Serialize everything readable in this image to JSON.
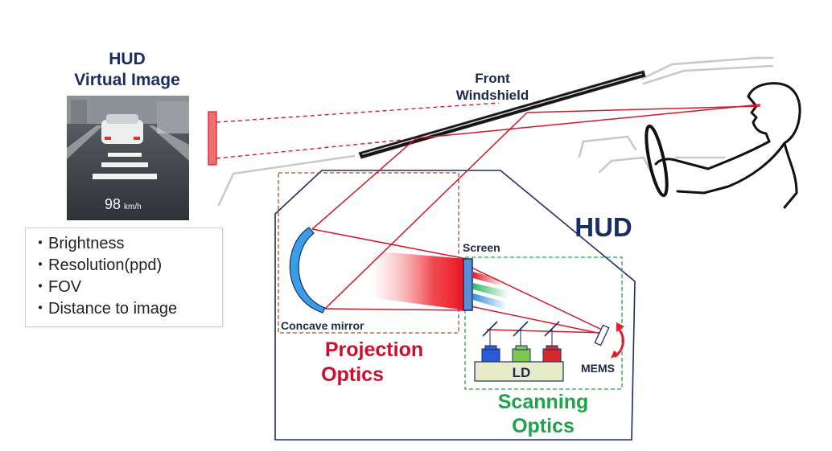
{
  "virtual_image": {
    "title_line1": "HUD",
    "title_line2": "Virtual Image",
    "speed_value": "98",
    "speed_unit": "km/h"
  },
  "specs": {
    "items": [
      "Brightness",
      "Resolution(ppd)",
      "FOV",
      "Distance to image"
    ]
  },
  "windshield": {
    "label_line1": "Front",
    "label_line2": "Windshield"
  },
  "hud": {
    "title": "HUD",
    "screen_label": "Screen",
    "concave_mirror_label": "Concave mirror",
    "projection_line1": "Projection",
    "projection_line2": "Optics",
    "scanning_line1": "Scanning",
    "scanning_line2": "Optics",
    "ld_label": "LD",
    "mems_label": "MEMS"
  },
  "colors": {
    "navy": "#1a2e66",
    "beam_red": "#d0182a",
    "projection_red": "#c8102e",
    "scanning_green": "#1ea34a",
    "laser_blue": "#2a5bd7",
    "laser_green": "#7ec850",
    "laser_red": "#d62828"
  }
}
